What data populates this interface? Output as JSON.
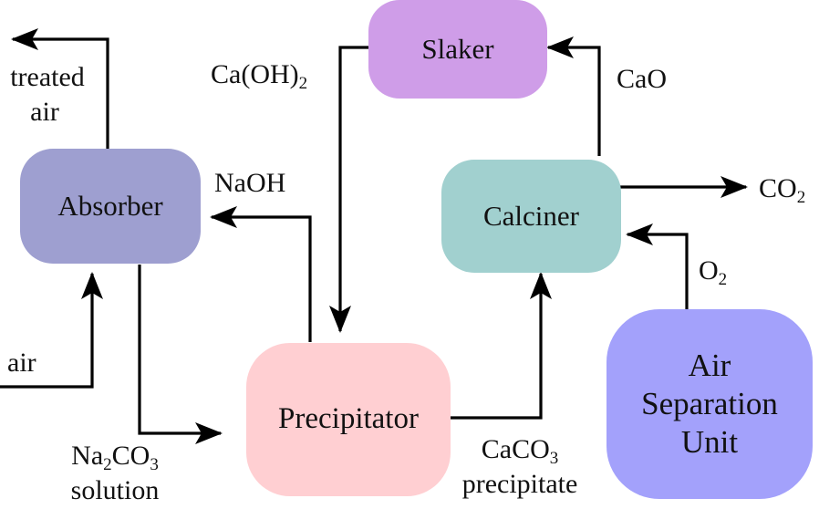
{
  "diagram": {
    "title": "",
    "nodes": {
      "absorber": {
        "label": "Absorber",
        "color": "#9e9fd0"
      },
      "slaker": {
        "label": "Slaker",
        "color": "#cf9de8"
      },
      "calciner": {
        "label": "Calciner",
        "color": "#a1d0cf"
      },
      "precipitator": {
        "label": "Precipitator",
        "color": "#ffcfd2"
      },
      "asu": {
        "line1": "Air",
        "line2": "Separation",
        "line3": "Unit",
        "color": "#a3a1fb"
      }
    },
    "labels": {
      "treated_air_1": "treated",
      "treated_air_2": "air",
      "air_in": "air",
      "caoh2_main": "Ca(OH)",
      "caoh2_sub": "2",
      "naoh": "NaOH",
      "na2co3_a": "Na",
      "na2co3_sub1": "2",
      "na2co3_b": "CO",
      "na2co3_sub2": "3",
      "solution": "solution",
      "caco3_a": "CaCO",
      "caco3_sub": "3",
      "precipitate": "precipitate",
      "cao": "CaO",
      "co2_main": "CO",
      "co2_sub": "2",
      "o2_main": "O",
      "o2_sub": "2"
    },
    "edges": [
      {
        "from": "absorber",
        "to": "outside",
        "label": "treated air"
      },
      {
        "from": "outside",
        "to": "absorber",
        "label": "air"
      },
      {
        "from": "absorber",
        "to": "precipitator",
        "label": "Na2CO3 solution"
      },
      {
        "from": "precipitator",
        "to": "absorber",
        "label": "NaOH"
      },
      {
        "from": "slaker",
        "to": "precipitator",
        "label": "Ca(OH)2"
      },
      {
        "from": "precipitator",
        "to": "calciner",
        "label": "CaCO3 precipitate"
      },
      {
        "from": "calciner",
        "to": "slaker",
        "label": "CaO"
      },
      {
        "from": "calciner",
        "to": "outside",
        "label": "CO2"
      },
      {
        "from": "asu",
        "to": "calciner",
        "label": "O2"
      }
    ]
  }
}
